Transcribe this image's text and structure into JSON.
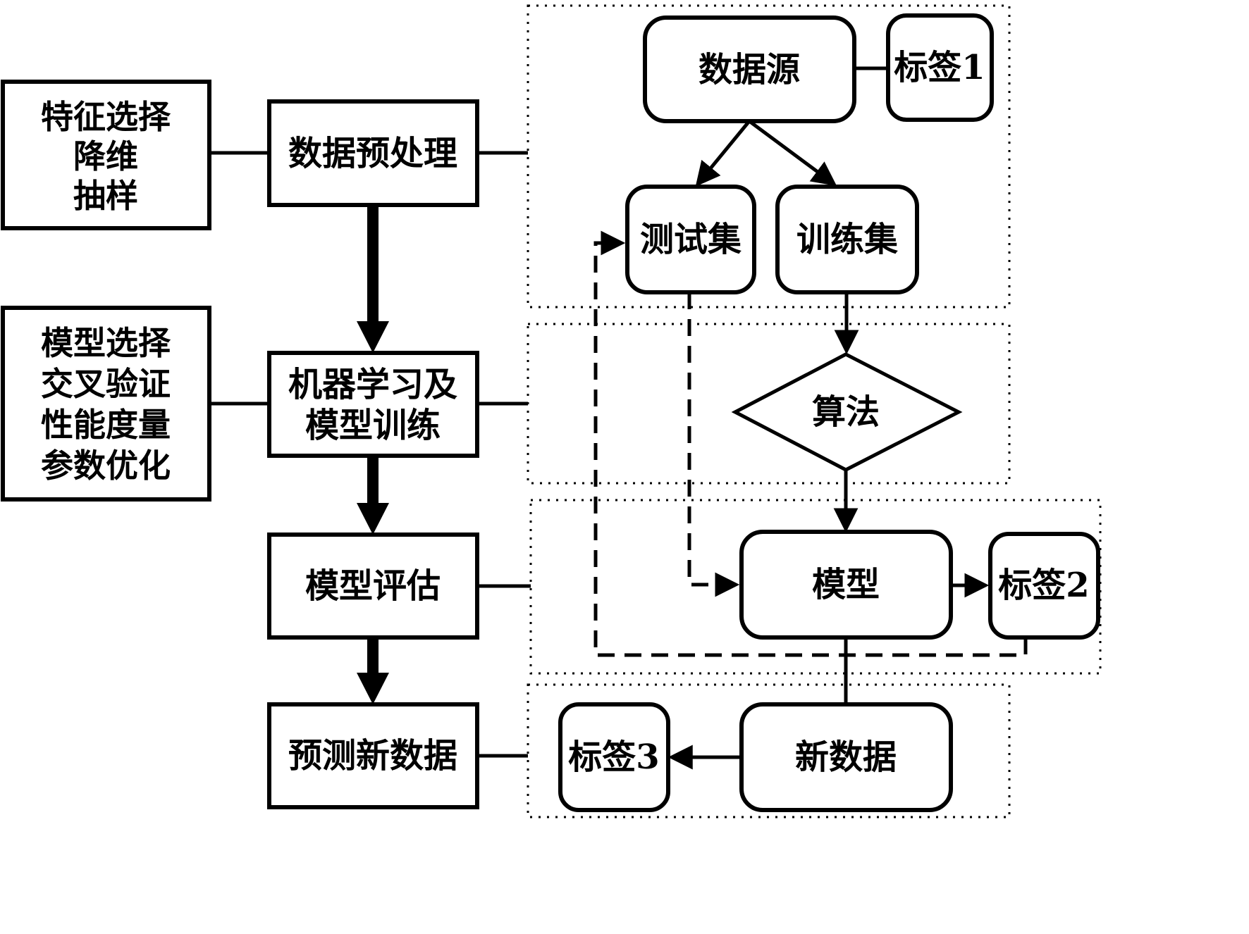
{
  "figure": {
    "background_color": "#ffffff",
    "stroke_color": "#000000",
    "side_notes": {
      "note1": {
        "line1": "特征选择",
        "line2": "降维",
        "line3": "抽样"
      },
      "note2": {
        "line1": "模型选择",
        "line2": "交叉验证",
        "line3": "性能度量",
        "line4": "参数优化"
      }
    },
    "pipeline": {
      "preprocess": "数据预处理",
      "train_line1": "机器学习及",
      "train_line2": "模型训练",
      "evaluate": "模型评估",
      "predict": "预测新数据"
    },
    "flow": {
      "data_source": "数据源",
      "label1": "标签1",
      "test_set": "测试集",
      "train_set": "训练集",
      "algorithm": "算法",
      "model": "模型",
      "label2": "标签2",
      "new_data": "新数据",
      "label3": "标签3"
    }
  }
}
